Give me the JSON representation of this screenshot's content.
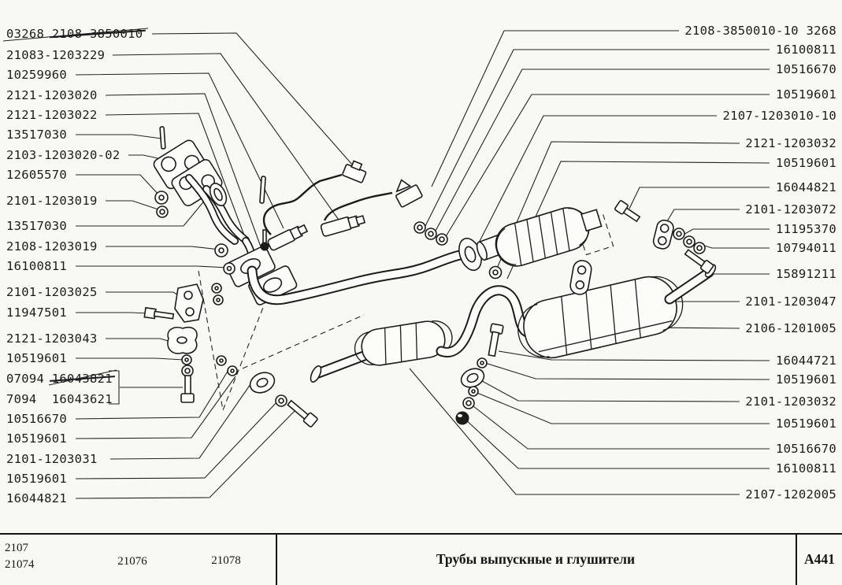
{
  "page": {
    "background": "#f9f9f4",
    "ink": "#1b1b1b"
  },
  "labels": {
    "left": [
      {
        "pre": "03268 ",
        "struck": "2108-3850010"
      },
      {
        "text": "21083-1203229"
      },
      {
        "text": "10259960"
      },
      {
        "text": "2121-1203020"
      },
      {
        "text": "2121-1203022"
      },
      {
        "text": "13517030"
      },
      {
        "text": "2103-1203020-02"
      },
      {
        "text": "12605570"
      },
      {
        "text": "2101-1203019"
      },
      {
        "text": "13517030"
      },
      {
        "text": "2108-1203019"
      },
      {
        "text": "16100811"
      },
      {
        "text": "2101-1203025"
      },
      {
        "text": "11947501"
      },
      {
        "text": "2121-1203043"
      },
      {
        "text": "10519601"
      },
      {
        "pre": "07094 ",
        "struck": "16043821"
      },
      {
        "text": "7094  16043621"
      },
      {
        "text": "10516670"
      },
      {
        "text": "10519601"
      },
      {
        "text": "2101-1203031"
      },
      {
        "text": "10519601"
      },
      {
        "text": "16044821"
      }
    ],
    "right": [
      {
        "text": "2108-3850010-10 3268"
      },
      {
        "text": "16100811"
      },
      {
        "text": "10516670"
      },
      {
        "text": "10519601"
      },
      {
        "text": "2107-1203010-10"
      },
      {
        "text": "2121-1203032"
      },
      {
        "text": "10519601"
      },
      {
        "text": "16044821"
      },
      {
        "text": "2101-1203072"
      },
      {
        "text": "11195370"
      },
      {
        "text": "10794011"
      },
      {
        "text": "15891211"
      },
      {
        "text": "2101-1203047"
      },
      {
        "text": "2106-1201005"
      },
      {
        "text": "16044721"
      },
      {
        "text": "10519601"
      },
      {
        "text": "2101-1203032"
      },
      {
        "text": "10519601"
      },
      {
        "text": "10516670"
      },
      {
        "text": "16100811"
      },
      {
        "text": "2107-1202005"
      }
    ]
  },
  "footer": {
    "model_1": "2107",
    "model_2": "21074",
    "model_3": "21076",
    "model_4": "21078",
    "title": "Трубы выпускные и глушители",
    "sheet_code": "А441"
  }
}
